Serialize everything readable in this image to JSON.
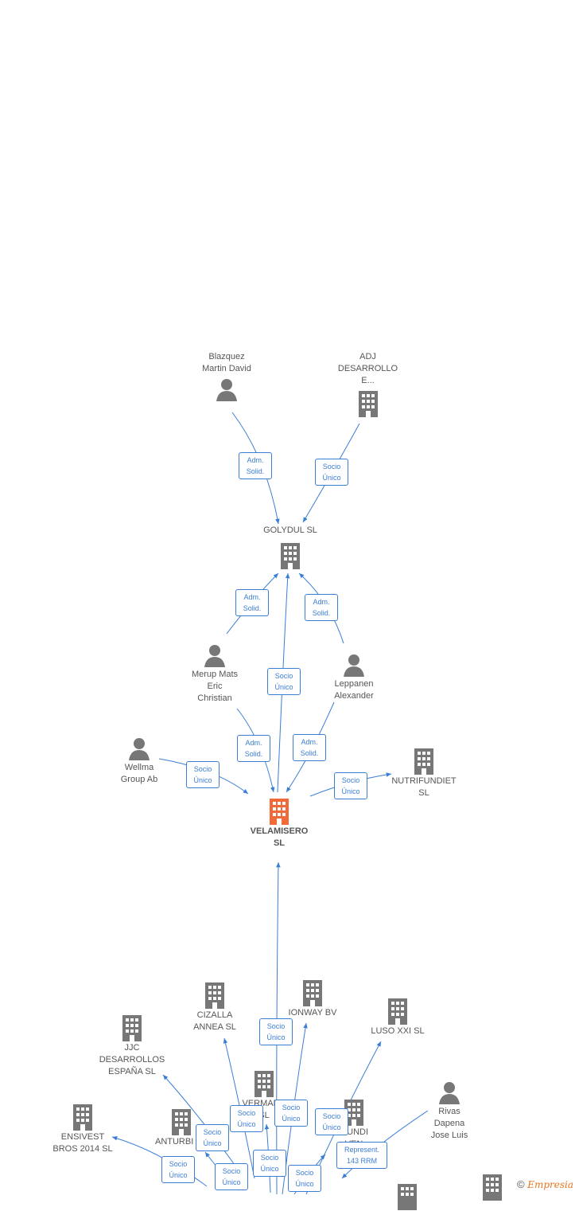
{
  "nodes": {
    "blazquez": {
      "label": "Blazquez\nMartin David",
      "type": "person"
    },
    "adj": {
      "label": "ADJ\nDESARROLLO\nE...",
      "type": "company"
    },
    "golydul": {
      "label": "GOLYDUL SL",
      "type": "company"
    },
    "merup": {
      "label": "Merup Mats\nEric\nChristian",
      "type": "person"
    },
    "leppanen": {
      "label": "Leppanen\nAlexander",
      "type": "person"
    },
    "wellma": {
      "label": "Wellma\nGroup Ab",
      "type": "person"
    },
    "nutrifundiet": {
      "label": "NUTRIFUNDIET\nSL",
      "type": "company"
    },
    "velamisero": {
      "label": "VELAMISERO\nSL",
      "type": "company-main"
    },
    "cizalla": {
      "label": "CIZALLA\nANNEA SL",
      "type": "company"
    },
    "ionway": {
      "label": "IONWAY BV",
      "type": "company"
    },
    "luso": {
      "label": "LUSO XXI SL",
      "type": "company"
    },
    "jjc": {
      "label": "JJC\nDESARROLLOS\nESPAÑA SL",
      "type": "company"
    },
    "rivas": {
      "label": "Rivas\nDapena\nJose Luis",
      "type": "person"
    },
    "ensivest": {
      "label": "ENSIVEST\nBROS 2014 SL",
      "type": "company"
    },
    "anturbi": {
      "label": "ANTURBI XX",
      "type": "company"
    },
    "vermarc": {
      "label": "VERMARC\nSL",
      "type": "company"
    },
    "mundi": {
      "label": "MUNDI\nVEN",
      "type": "company"
    }
  },
  "edge_labels": {
    "adm_solid": "Adm.\nSolid.",
    "socio_unico": "Socio\nÚnico",
    "represent": "Represent.\n143 RRM"
  },
  "footer": {
    "copyright_symbol": "©",
    "brand": "Empresia"
  },
  "colors": {
    "edge": "#3b7ed6",
    "node_icon": "#777777",
    "main_icon": "#f26a3a"
  }
}
